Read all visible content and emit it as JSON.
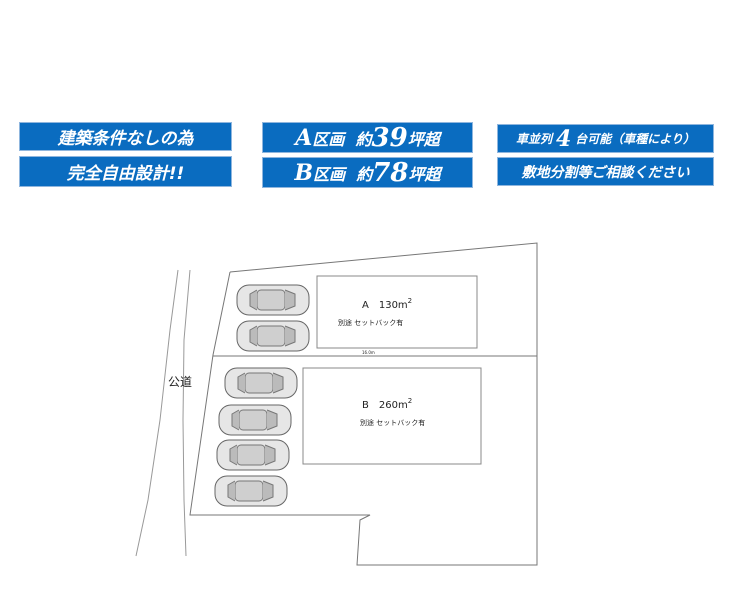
{
  "banners": {
    "left": [
      "建築条件なしの為",
      "完全自由設計!!"
    ],
    "middle": [
      {
        "prefix": "A",
        "label": "区画",
        "approx": "約",
        "number": "39",
        "unit": "坪超"
      },
      {
        "prefix": "B",
        "label": "区画",
        "approx": "約",
        "number": "78",
        "unit": "坪超"
      }
    ],
    "right": [
      {
        "pre": "車並列",
        "number": "4",
        "post": "台可能（車種により）"
      },
      {
        "text": "敷地分割等ご相談ください"
      }
    ]
  },
  "plan": {
    "road_label": "公道",
    "lot_a": {
      "title": "A　130m",
      "sup": "2",
      "note": "別途 セットバック有"
    },
    "lot_b": {
      "title": "B　260m",
      "sup": "2",
      "note": "別途 セットバック有"
    },
    "dimension": "16.0m",
    "car_count": 6
  },
  "colors": {
    "banner": "#0a6cc0",
    "line": "#888888"
  }
}
